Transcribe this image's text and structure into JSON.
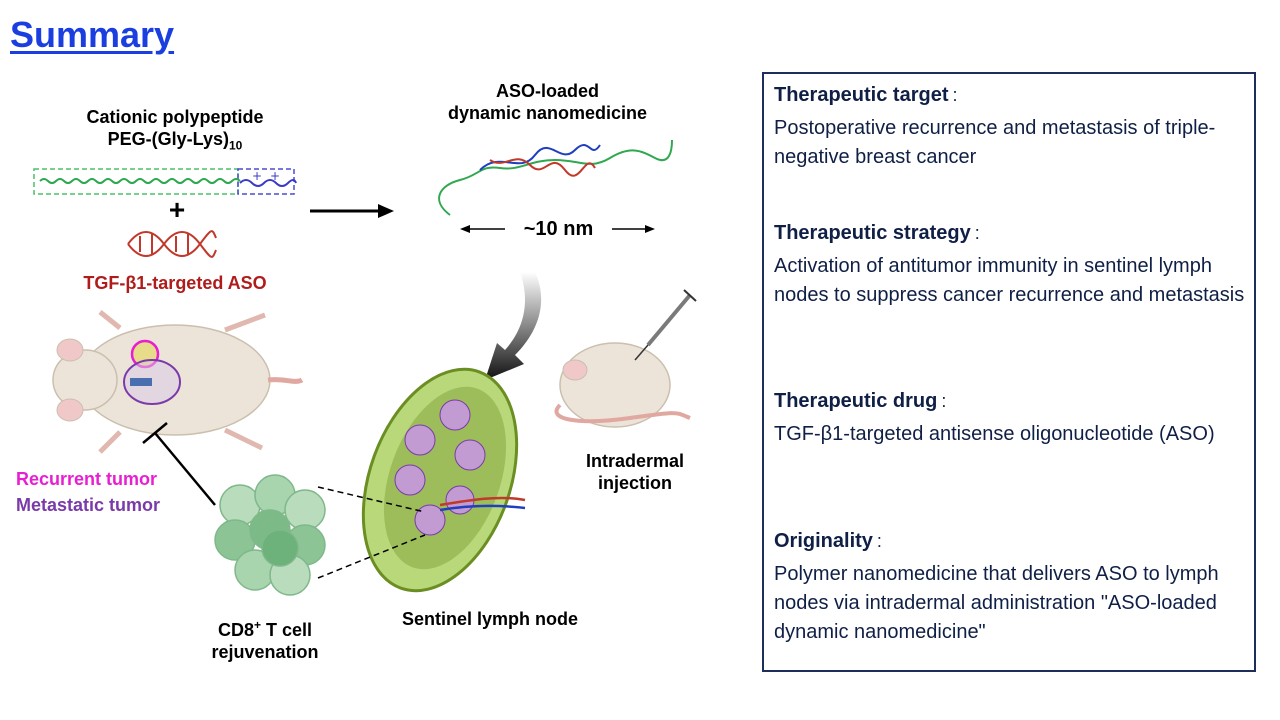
{
  "title": "Summary",
  "diagram": {
    "polypeptide_label_line1": "Cationic polypeptide",
    "polypeptide_label_line2": "PEG-(Gly-Lys)",
    "polypeptide_subscript": "10",
    "plus_sign": "+",
    "aso_label": "TGF-β1-targeted ASO",
    "nanomedicine_label_line1": "ASO-loaded",
    "nanomedicine_label_line2": "dynamic nanomedicine",
    "size_label": "~10 nm",
    "recurrent_label": "Recurrent tumor",
    "metastatic_label": "Metastatic tumor",
    "injection_label_line1": "Intradermal",
    "injection_label_line2": "injection",
    "tcell_label_line1": "CD8",
    "tcell_superscript": "+",
    "tcell_label_line1_rest": " T cell",
    "tcell_label_line2": "rejuvenation",
    "lymph_label": "Sentinel lymph node"
  },
  "summary": {
    "sections": [
      {
        "heading": "Therapeutic target",
        "colon": ":",
        "body": "Postoperative recurrence and metastasis of triple-negative breast cancer"
      },
      {
        "heading": "Therapeutic strategy",
        "colon": ":",
        "body": "Activation of antitumor immunity in sentinel lymph nodes to suppress cancer recurrence and metastasis"
      },
      {
        "heading": "Therapeutic drug",
        "colon": ":",
        "body": "TGF-β1-targeted antisense oligonucleotide (ASO)"
      },
      {
        "heading": "Originality",
        "colon": ":",
        "body": "Polymer nanomedicine that delivers ASO to lymph nodes via intradermal administration \"ASO-loaded dynamic nanomedicine\""
      }
    ]
  },
  "colors": {
    "title": "#1a3ee0",
    "aso_red": "#b01c1c",
    "recurrent_magenta": "#e81ed2",
    "metastatic_purple": "#7a3aa8",
    "box_border": "#1f2d5a",
    "peg_green": "#2fa84f",
    "lys_blue": "#3b3bc8"
  }
}
